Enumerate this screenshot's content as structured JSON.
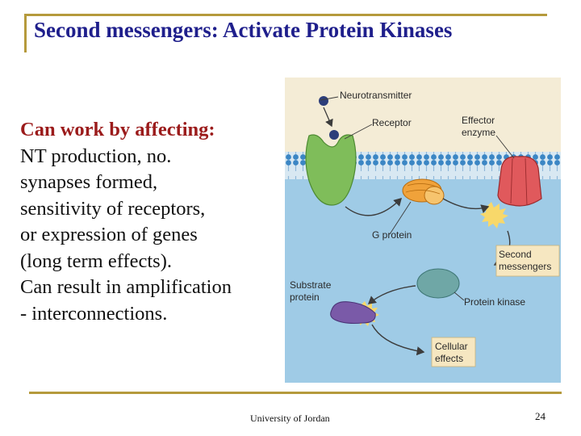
{
  "slide": {
    "title": "Second messengers: Activate Protein Kinases",
    "body": {
      "lead": "Can work by affecting:",
      "lines": [
        "NT production, no.",
        "synapses formed,",
        "sensitivity of receptors,",
        "or expression of genes",
        "(long term effects).",
        "Can result in amplification",
        "- interconnections."
      ]
    },
    "footer": "University of Jordan",
    "page_number": "24"
  },
  "figure": {
    "labels": {
      "neurotransmitter": "Neurotransmitter",
      "receptor": "Receptor",
      "effector_1": "Effector",
      "effector_2": "enzyme",
      "g_protein": "G protein",
      "second_1": "Second",
      "second_2": "messengers",
      "substrate_1": "Substrate",
      "substrate_2": "protein",
      "protein_kinase": "Protein kinase",
      "cellular_1": "Cellular",
      "cellular_2": "effects"
    },
    "colors": {
      "extracellular": "#f4ecd6",
      "cytoplasm": "#9fcbe6",
      "membrane_head": "#3b86c4",
      "receptor": "#7fbd5a",
      "g_protein": "#f0a23a",
      "effector_enzyme": "#e0595c",
      "protein_kinase": "#6fa7a6",
      "substrate": "#7a5aa8",
      "label_box": "#f6e7c1",
      "arrow": "#3c3c3c"
    }
  }
}
